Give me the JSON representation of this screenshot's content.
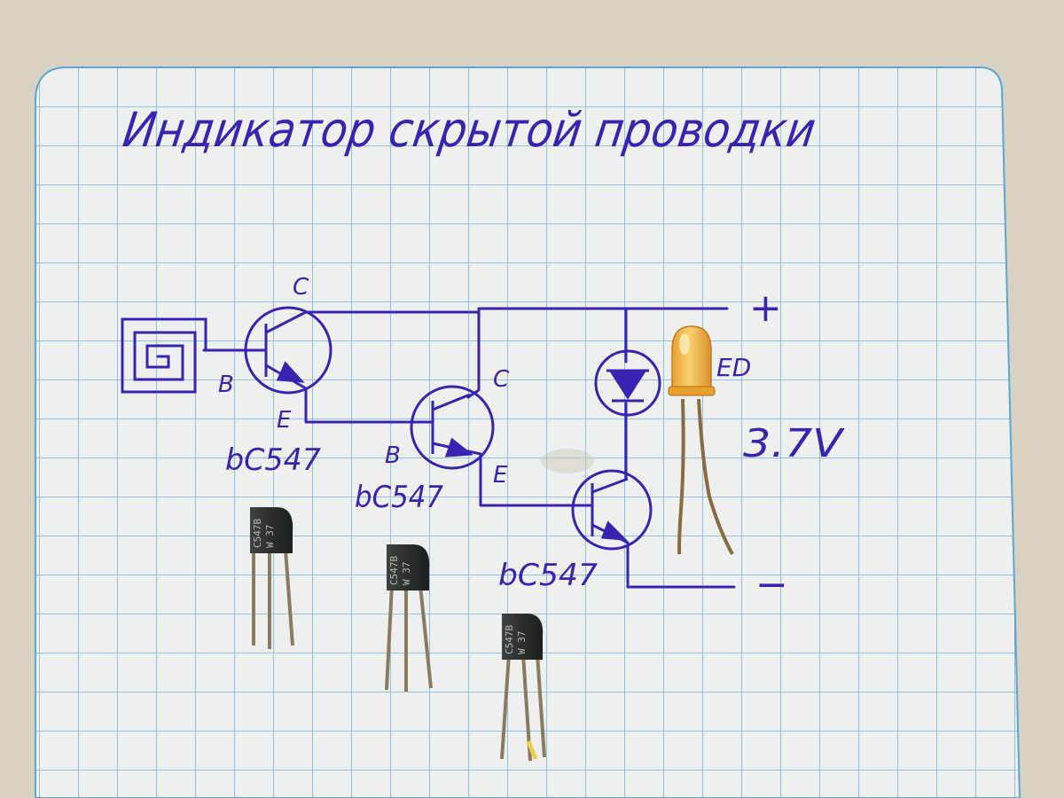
{
  "title": "Индикатор скрытой проводки",
  "labels": {
    "q1_collector": "C",
    "q1_base": "B",
    "q1_emitter": "E",
    "q1_part": "bC547",
    "q2_collector": "C",
    "q2_base": "B",
    "q2_emitter": "E",
    "q2_part": "bC547",
    "q3_part": "bC547",
    "led": "ED",
    "supply_plus": "+",
    "supply_minus": "−",
    "voltage": "3.7V"
  },
  "components": {
    "transistor_marking_1": "C547B",
    "transistor_marking_2": "W 37",
    "transistor_count": 3
  },
  "colors": {
    "paper": "#eef0ef",
    "grid": "#5aa6d6",
    "ink": "#3a23b0",
    "transistor_body": "#2e3230",
    "led_body": "#f0b640",
    "lead": "#8a6a40"
  }
}
